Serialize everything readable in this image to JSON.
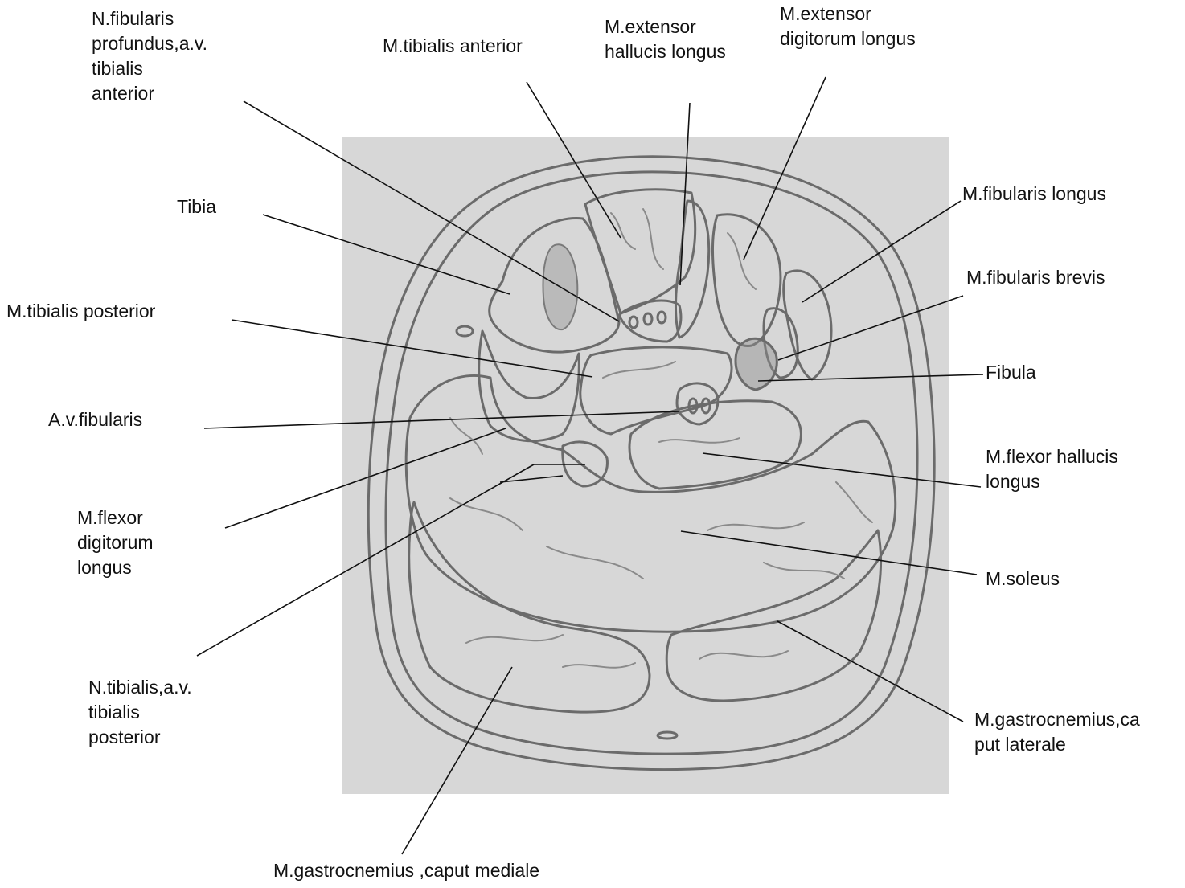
{
  "labels": {
    "n_fibularis_profundus": "N.fibularis\nprofundus,a.v.\ntibialis\nanterior",
    "m_tibialis_anterior": "M.tibialis anterior",
    "m_extensor_hallucis": "M.extensor\nhallucis longus",
    "m_extensor_digitorum": "M.extensor\ndigitorum longus",
    "tibia": "Tibia",
    "m_fibularis_longus": "M.fibularis longus",
    "m_fibularis_brevis": "M.fibularis brevis",
    "m_tibialis_posterior": "M.tibialis posterior",
    "fibula": "Fibula",
    "av_fibularis": "A.v.fibularis",
    "m_flexor_hallucis": "M.flexor hallucis\nlongus",
    "m_flexor_digitorum": "M.flexor\ndigitorum\nlongus",
    "m_soleus": "M.soleus",
    "n_tibialis": "N.tibialis,a.v.\ntibialis\nposterior",
    "m_gastrocnemius_lateral": "M.gastrocnemius,ca\nput laterale",
    "m_gastrocnemius_medial": "M.gastrocnemius ,caput mediale"
  },
  "colors": {
    "paper": "#d7d7d7",
    "pencil": "#6b6b6b",
    "leader": "#111111"
  }
}
